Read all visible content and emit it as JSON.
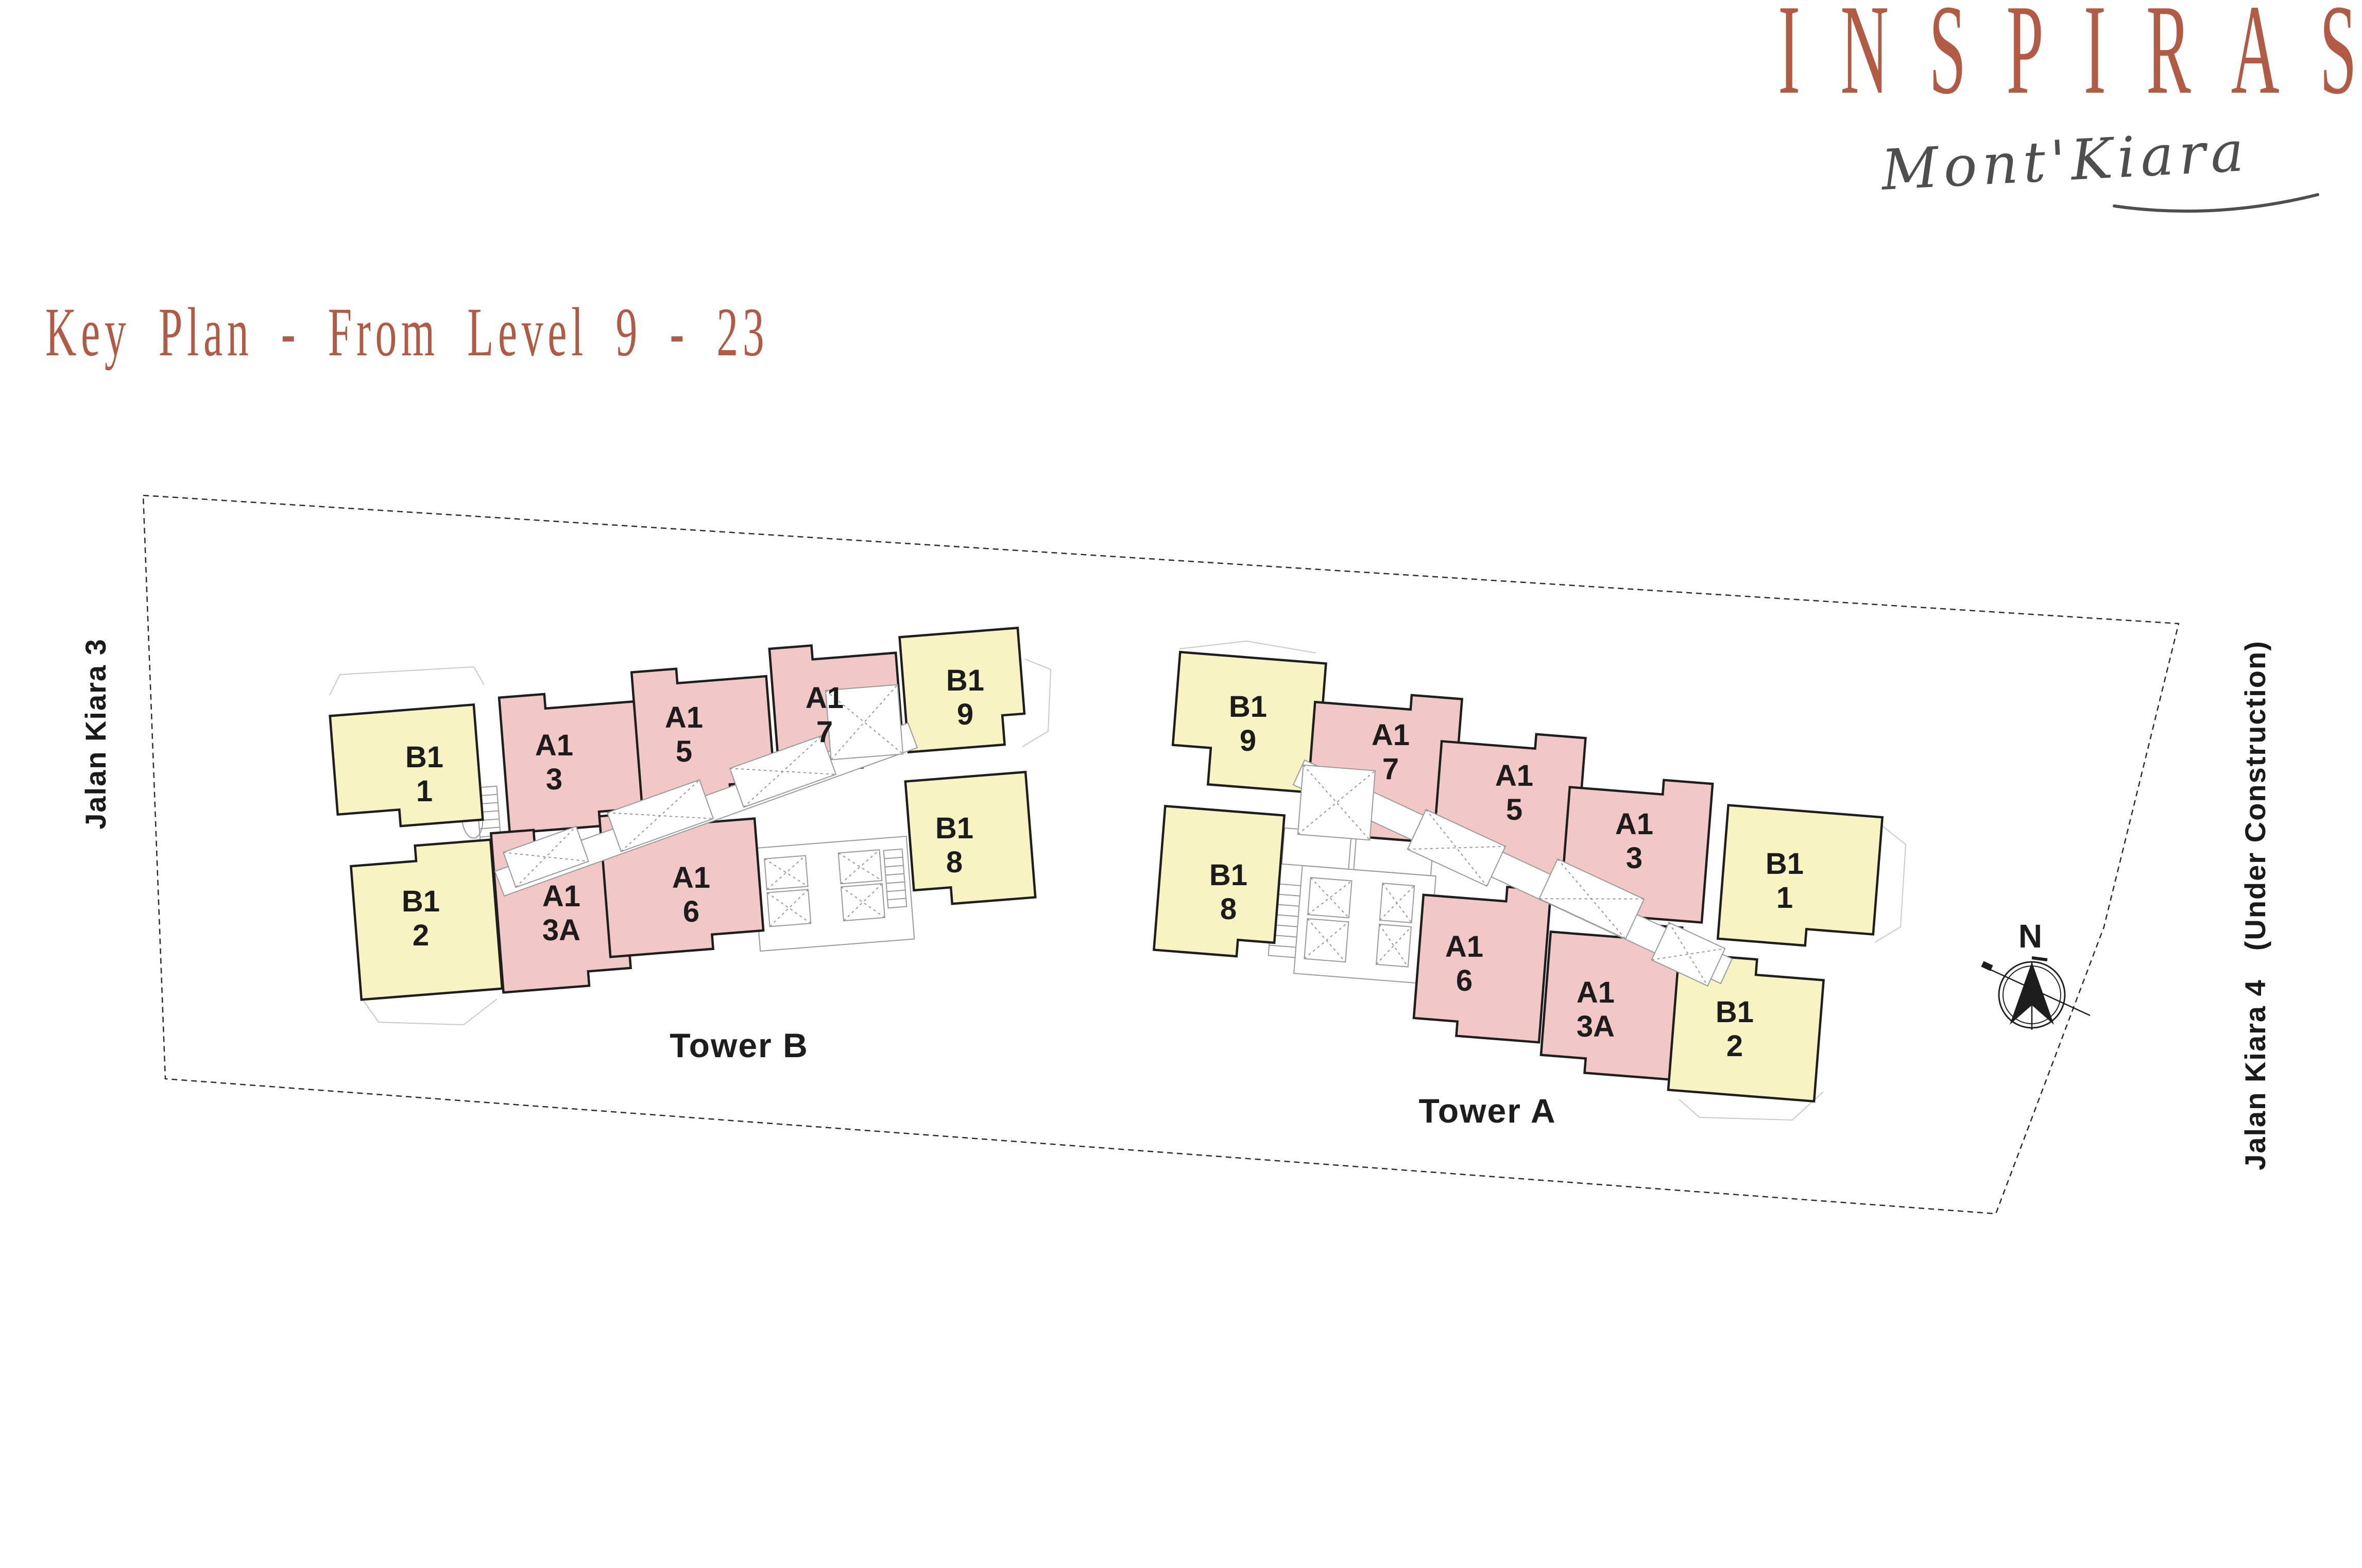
{
  "brand": {
    "logo": "INSPIRASI",
    "sublogo": "Mont'Kiara"
  },
  "title": "Key Plan - From Level 9 - 23",
  "streets": {
    "left": "Jalan Kiara 3",
    "right_a": "Jalan Kiara 4",
    "right_b": "(Under Construction)"
  },
  "compass": {
    "north_label": "N"
  },
  "towers": [
    {
      "name": "Tower B",
      "units": [
        {
          "type": "B1",
          "no": "1"
        },
        {
          "type": "A1",
          "no": "3"
        },
        {
          "type": "A1",
          "no": "5"
        },
        {
          "type": "A1",
          "no": "7"
        },
        {
          "type": "B1",
          "no": "9"
        },
        {
          "type": "B1",
          "no": "2"
        },
        {
          "type": "A1",
          "no": "3A"
        },
        {
          "type": "A1",
          "no": "6"
        },
        {
          "type": "B1",
          "no": "8"
        }
      ]
    },
    {
      "name": "Tower A",
      "units": [
        {
          "type": "B1",
          "no": "9"
        },
        {
          "type": "A1",
          "no": "7"
        },
        {
          "type": "A1",
          "no": "5"
        },
        {
          "type": "A1",
          "no": "3"
        },
        {
          "type": "B1",
          "no": "1"
        },
        {
          "type": "B1",
          "no": "8"
        },
        {
          "type": "A1",
          "no": "6"
        },
        {
          "type": "A1",
          "no": "3A"
        },
        {
          "type": "B1",
          "no": "2"
        }
      ]
    }
  ],
  "colors": {
    "accent": "#b15a44",
    "yellow": "#f8f3c3",
    "pink": "#f1c8c5",
    "outline": "#1e1e1e",
    "script_gray": "#4e4e4e"
  }
}
